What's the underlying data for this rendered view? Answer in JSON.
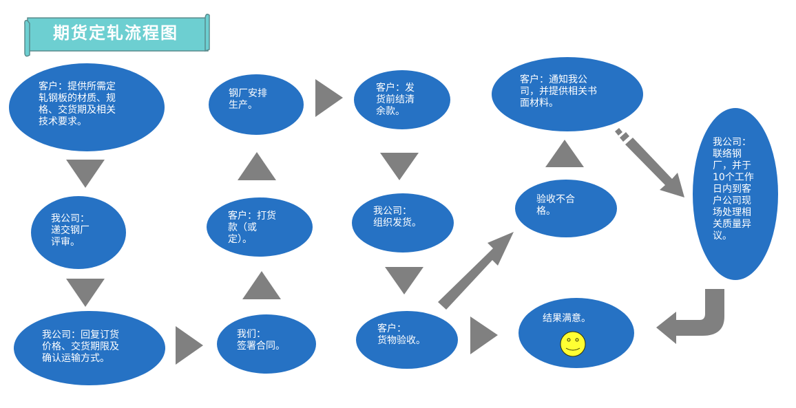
{
  "title": "期货定轧流程图",
  "colors": {
    "node_fill": "#2672c4",
    "arrow_fill": "#808080",
    "title_fill": "#6dcfd1",
    "title_border": "#5a8a8c",
    "smiley_fill": "#ffff33"
  },
  "nodes": [
    {
      "id": "customer-provide-specs",
      "text": "客户：提供所需定\n轧钢板的材质、规\n格、交货期及相关\n技术要求。"
    },
    {
      "id": "company-submit-mill-review",
      "text": "我公司：\n递交钢厂\n评审。"
    },
    {
      "id": "company-reply-price",
      "text": "我公司：回复订货\n价格、交货期限及\n确认运输方式。"
    },
    {
      "id": "sign-contract",
      "text": "我们：\n签署合同。"
    },
    {
      "id": "customer-pay-deposit",
      "text": "客户：打货\n款（或\n定）。"
    },
    {
      "id": "mill-arrange-production",
      "text": "钢厂安排\n生产。"
    },
    {
      "id": "customer-settle-balance",
      "text": "客户：发\n货前结清\n余款。"
    },
    {
      "id": "company-organize-shipping",
      "text": "我公司：\n组织发货。"
    },
    {
      "id": "customer-inspect-goods",
      "text": "客户：\n货物验收。"
    },
    {
      "id": "inspection-failed",
      "text": "验收不合\n格。"
    },
    {
      "id": "customer-notify-company",
      "text": "客户：通知我公\n司，并提供相关书\n面材料。"
    },
    {
      "id": "company-handle-dispute",
      "text": "我公司：\n联络钢\n厂，并于\n10个工作\n日内到客\n户公司现\n场处理相\n关质量异\n议。"
    },
    {
      "id": "result-satisfied",
      "text": "结果满意。"
    }
  ],
  "icons": {
    "smiley": "smiley-face-icon",
    "triangle": "triangle-arrow-icon",
    "block_arrow": "block-arrow-icon",
    "u_turn": "u-turn-arrow-icon",
    "striped_arrow": "striped-arrow-icon"
  }
}
